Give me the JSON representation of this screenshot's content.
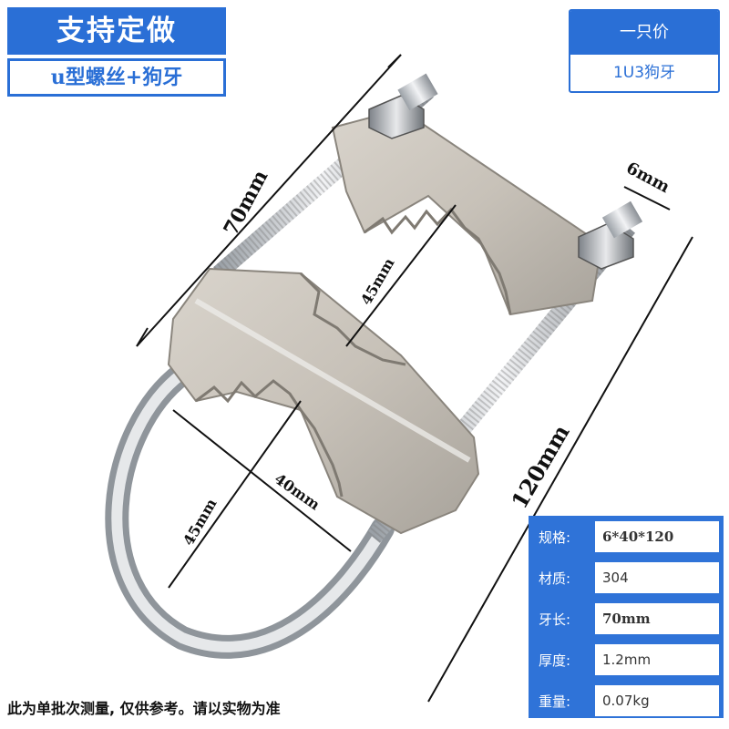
{
  "banner": {
    "title": "支持定做",
    "subtitle": "u型螺丝+狗牙"
  },
  "price": {
    "header": "一只价",
    "value": "1U3狗牙"
  },
  "dimensions": {
    "width_top": "70mm",
    "inner_top": "45mm",
    "bolt": "6mm",
    "length": "120mm",
    "span": "40mm",
    "inner_bottom": "45mm"
  },
  "specs": [
    {
      "label": "规格:",
      "value": "6*40*120"
    },
    {
      "label": "材质:",
      "value": "304"
    },
    {
      "label": "牙长:",
      "value": "70mm"
    },
    {
      "label": "厚度:",
      "value": "1.2mm"
    },
    {
      "label": "重量:",
      "value": "0.07kg"
    }
  ],
  "footnote": "此为单批次测量, 仅供参考。请以实物为准",
  "colors": {
    "accent": "#2a6fd6",
    "panel": "#2f73d8"
  }
}
